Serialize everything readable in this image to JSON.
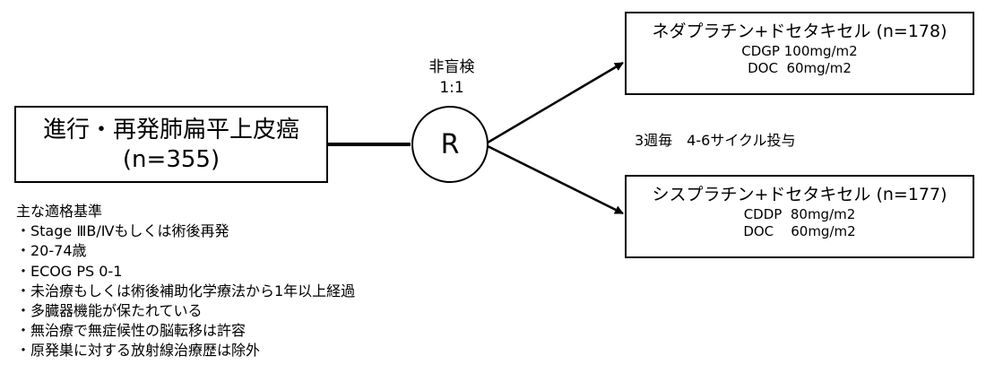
{
  "population": {
    "line1": "進行・再発肺扁平上皮癌",
    "line2": "(n=355)"
  },
  "randomization": {
    "label": "非盲検",
    "ratio": "1:1",
    "symbol": "R"
  },
  "arms": [
    {
      "title": "ネダプラチン+ドセタキセル (n=178)",
      "doses": [
        "CDGP 100mg/m2",
        "DOC  60mg/m2"
      ]
    },
    {
      "title": "シスプラチン+ドセタキセル (n=177)",
      "doses": [
        "CDDP  80mg/m2",
        "DOC    60mg/m2"
      ]
    }
  ],
  "schedule": "3週毎　4-6サイクル投与",
  "criteria": {
    "heading": "主な適格基準",
    "items": [
      "・Stage ⅢB/Ⅳもしくは術後再発",
      "・20-74歳",
      "・ECOG PS 0-1",
      "・未治療もしくは術後補助化学療法から1年以上経過",
      "・多臓器機能が保たれている",
      "・無治療で無症候性の脳転移は許容",
      "・原発巣に対する放射線治療歴は除外"
    ]
  }
}
